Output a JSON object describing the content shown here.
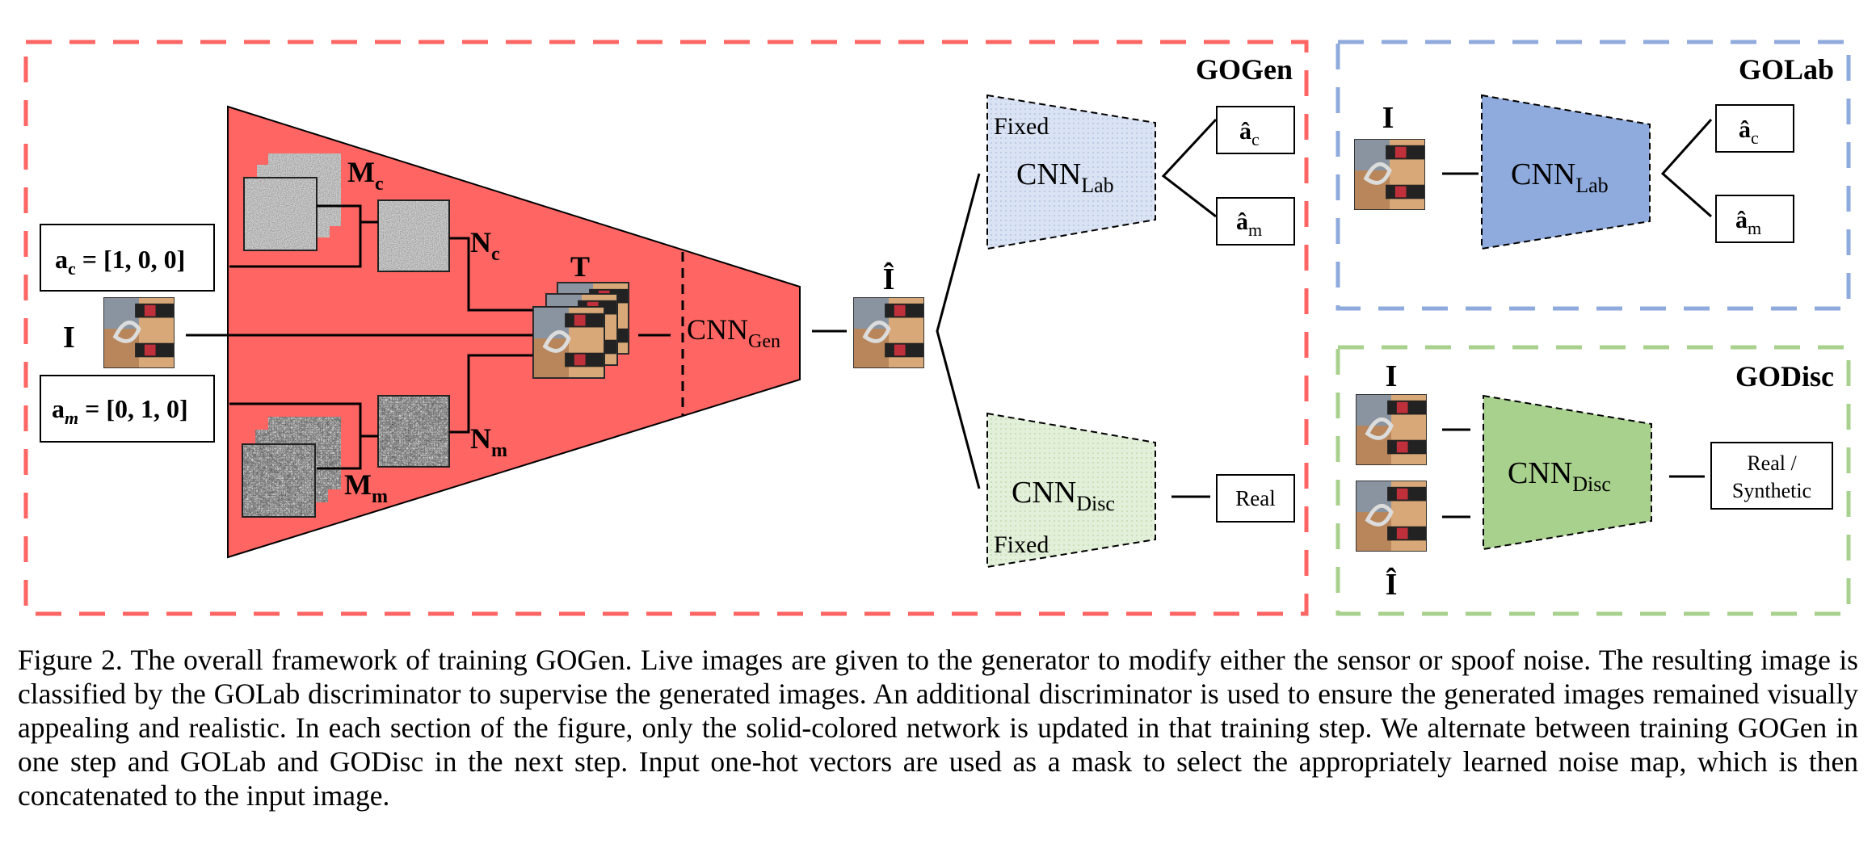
{
  "figure": {
    "sections": {
      "gogen_title": "GOGen",
      "golab_title": "GOLab",
      "godisc_title": "GODisc"
    },
    "generator": {
      "ac_label": "a",
      "ac_sub": "c",
      "ac_value": " = [1, 0, 0]",
      "am_label": "a",
      "am_sub": "m",
      "am_value": " = [0, 1, 0]",
      "input_label": "I",
      "mc_label": "M",
      "mc_sub": "c",
      "nc_label": "N",
      "nc_sub": "c",
      "mm_label": "M",
      "mm_sub": "m",
      "nm_label": "N",
      "nm_sub": "m",
      "t_label": "T",
      "cnn_label": "CNN",
      "cnn_sub": "Gen",
      "output_label": "Î"
    },
    "gogen_lab": {
      "fixed_label": "Fixed",
      "cnn_label": "CNN",
      "cnn_sub": "Lab",
      "out_ac": "â",
      "out_ac_sub": "c",
      "out_am": "â",
      "out_am_sub": "m"
    },
    "gogen_disc": {
      "fixed_label": "Fixed",
      "cnn_label": "CNN",
      "cnn_sub": "Disc",
      "out_label": "Real"
    },
    "golab": {
      "input_label": "I",
      "cnn_label": "CNN",
      "cnn_sub": "Lab",
      "out_ac": "â",
      "out_ac_sub": "c",
      "out_am": "â",
      "out_am_sub": "m"
    },
    "godisc": {
      "input_real_label": "I",
      "input_fake_label": "Î",
      "cnn_label": "CNN",
      "cnn_sub": "Disc",
      "out_line1": "Real /",
      "out_line2": "Synthetic"
    },
    "colors": {
      "gogen_red": "#fe6563",
      "golab_blue": "#8faadc",
      "godisc_green": "#a9d18e",
      "fixed_blue": "#dae3f3",
      "fixed_green": "#e2efd9"
    }
  },
  "caption": "Figure 2. The overall framework of training GOGen. Live images are given to the generator to modify either the sensor or spoof noise. The resulting image is classified by the GOLab discriminator to supervise the generated images. An additional discriminator is used to ensure the generated images remained visually appealing and realistic. In each section of the figure, only the solid-colored network is updated in that training step. We alternate between training GOGen in one step and GOLab and GODisc in the next step. Input one-hot vectors are used as a mask to select the appropriately learned noise map, which is then concatenated to the input image."
}
